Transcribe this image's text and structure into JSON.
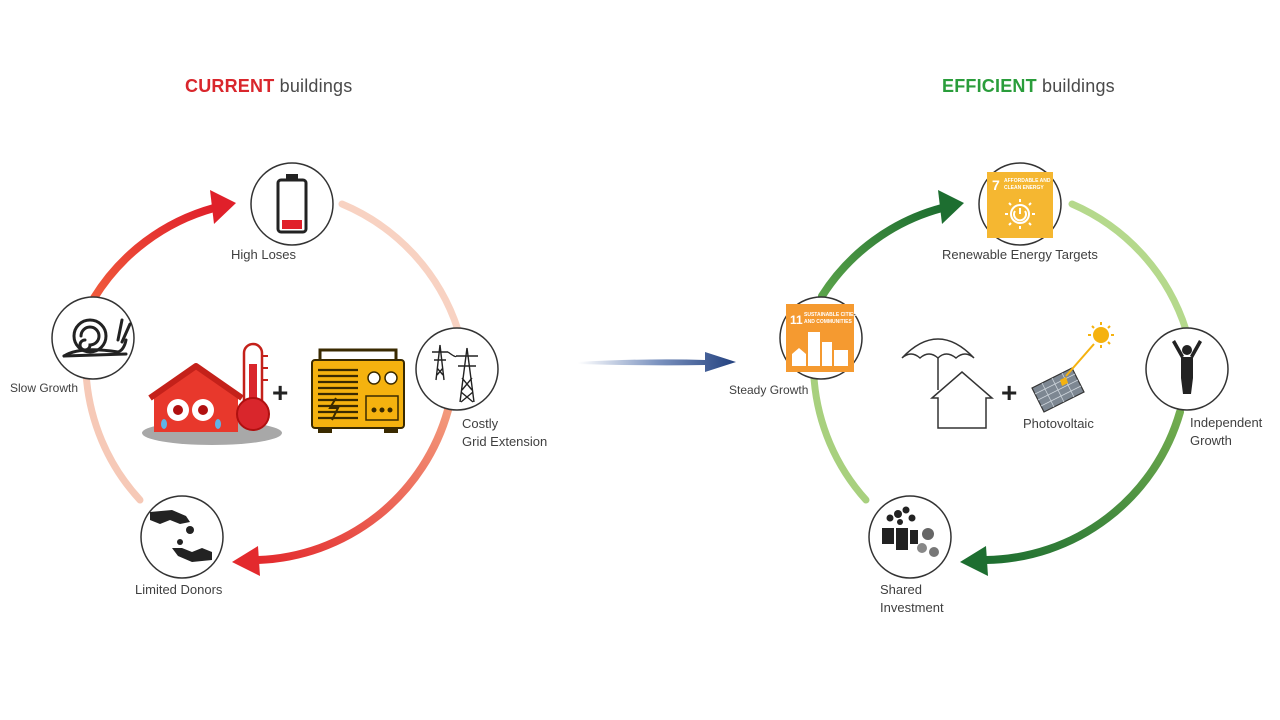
{
  "current": {
    "title_highlight": "CURRENT",
    "title_rest": " buildings",
    "nodes": {
      "battery": "High Loses",
      "snail": "Slow Growth",
      "grid_line1": "Costly",
      "grid_line2": "Grid Extension",
      "donors": "Limited Donors"
    },
    "plus": "+"
  },
  "efficient": {
    "title_highlight": "EFFICIENT",
    "title_rest": " buildings",
    "nodes": {
      "sdg7": "Renewable Energy Targets",
      "sdg11": "Steady Growth",
      "independent_line1": "Independent",
      "independent_line2": "Growth",
      "shared_line1": "Shared",
      "shared_line2": "Investment",
      "pv": "Photovoltaic"
    },
    "plus": "+",
    "sdg7_number": "7",
    "sdg7_text1": "AFFORDABLE AND",
    "sdg7_text2": "CLEAN ENERGY",
    "sdg11_number": "11",
    "sdg11_text1": "SUSTAINABLE CITIES",
    "sdg11_text2": "AND COMMUNITIES"
  },
  "colors": {
    "red": "#d9262c",
    "green": "#2a9d3b",
    "dark_green": "#1f7a34",
    "light_green": "#a8cf7c",
    "sdg7": "#f5b731",
    "sdg11": "#f59a30",
    "arrow_blue": "#2b4b86"
  }
}
